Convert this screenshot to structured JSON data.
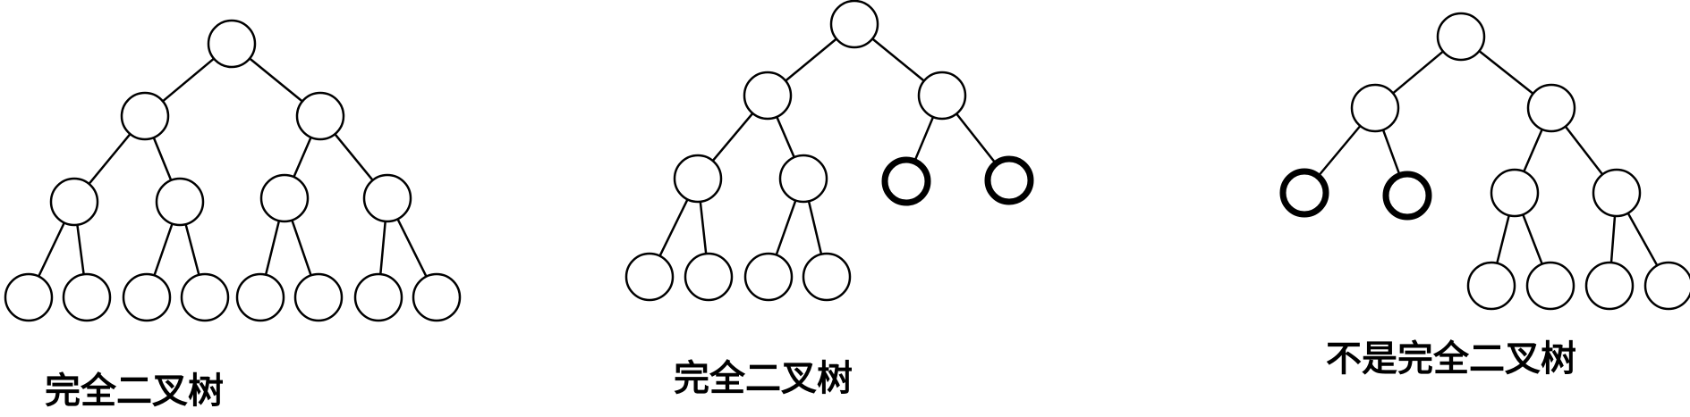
{
  "diagrams": [
    {
      "caption": "完全二叉树",
      "node_count": 15,
      "highlighted_nodes": []
    },
    {
      "caption": "完全二叉树",
      "node_count": 11,
      "highlighted_nodes": [
        "right-left",
        "right-right"
      ]
    },
    {
      "caption": "不是完全二叉树",
      "node_count": 11,
      "highlighted_nodes": [
        "left-left",
        "left-right"
      ]
    }
  ],
  "colors": {
    "stroke": "#000000",
    "fill": "#ffffff",
    "background": "#ffffff"
  }
}
